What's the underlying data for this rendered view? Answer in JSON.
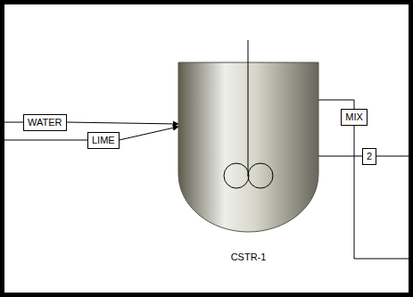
{
  "diagram": {
    "nodes": [
      {
        "text": [
          "WATER"
        ]
      },
      {
        "text": [
          "LIME"
        ]
      },
      {
        "text": [
          "CSTR-1"
        ]
      },
      {
        "text": [
          "MIX"
        ]
      },
      {
        "text": [
          "2"
        ]
      }
    ],
    "edges": [
      {
        "from": 0,
        "to": 2,
        "arrow": "to"
      },
      {
        "from": 1,
        "to": 2,
        "arrow": "to"
      },
      {
        "from": 2,
        "to": 3,
        "arrow": "none"
      },
      {
        "from": 2,
        "to": 4,
        "arrow": "none"
      }
    ]
  }
}
